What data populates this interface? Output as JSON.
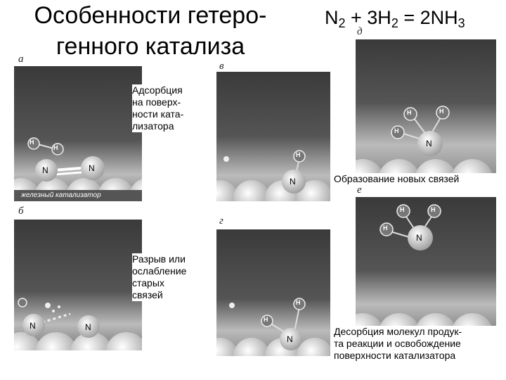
{
  "header": {
    "title_line1": "Особенности гетеро-",
    "title_line2": "генного катализа",
    "equation": {
      "n": "N",
      "n_sub": "2",
      "plus": " + 3H",
      "h_sub": "2",
      "eq": " = 2NH",
      "nh_sub": "3"
    }
  },
  "panels": {
    "a": {
      "letter": "а",
      "footer": "железный катализатор"
    },
    "b": {
      "letter": "б"
    },
    "v": {
      "letter": "в"
    },
    "g": {
      "letter": "г"
    },
    "d": {
      "letter": "д"
    },
    "e": {
      "letter": "е"
    }
  },
  "atoms": {
    "h": "H",
    "n": "N"
  },
  "captions": {
    "adsorption": [
      "Адсорбция",
      "на поверх-",
      "ности ката-",
      "лизатора"
    ],
    "breaking": [
      "Разрыв или",
      "ослабление",
      "старых",
      "связей"
    ],
    "formation": "Образование новых связей",
    "desorption": [
      "Десорбция молекул продук-",
      "та реакции и освобождение",
      "поверхности катализатора"
    ]
  },
  "colors": {
    "bg": "#ffffff",
    "panel_dark": "#353535",
    "sphere": "#eeeeee"
  }
}
